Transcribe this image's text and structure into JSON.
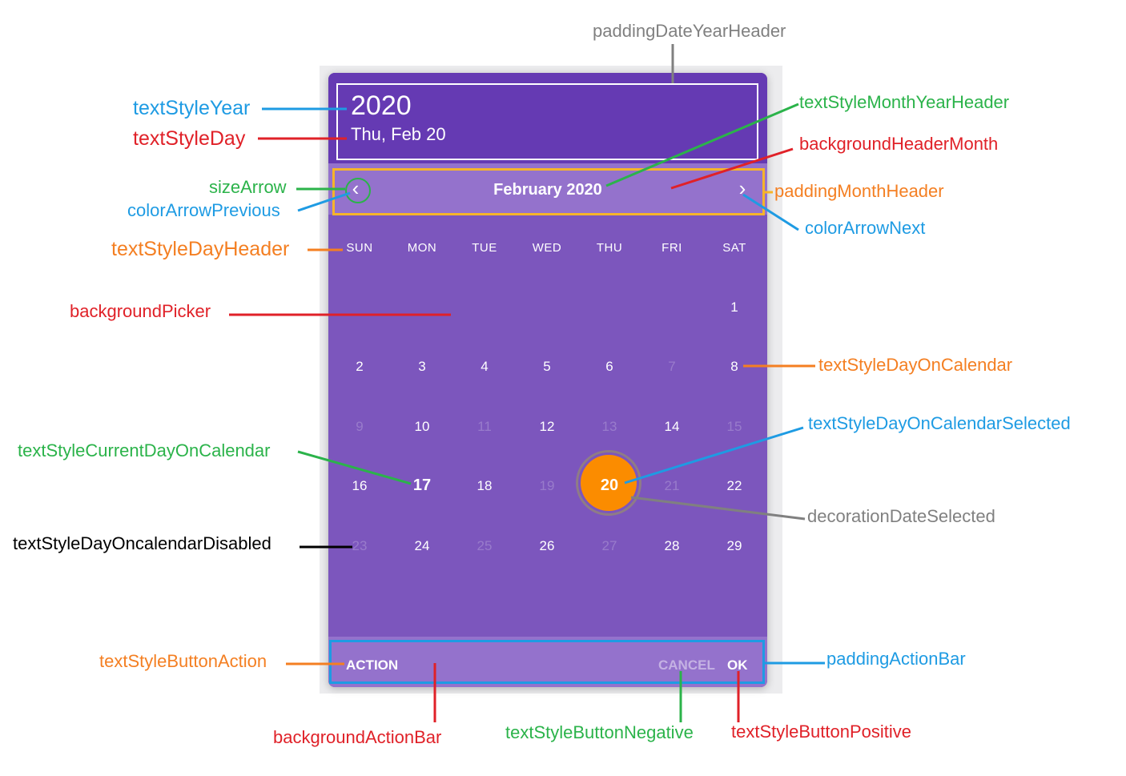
{
  "picker": {
    "year": "2020",
    "day": "Thu, Feb 20",
    "month_title": "February 2020",
    "arrow_prev": "‹",
    "arrow_next": "›",
    "weekdays": [
      "SUN",
      "MON",
      "TUE",
      "WED",
      "THU",
      "FRI",
      "SAT"
    ],
    "days": [
      {
        "label": "1",
        "disabled": false
      },
      {
        "label": "2",
        "disabled": false
      },
      {
        "label": "3",
        "disabled": false
      },
      {
        "label": "4",
        "disabled": false
      },
      {
        "label": "5",
        "disabled": false
      },
      {
        "label": "6",
        "disabled": false
      },
      {
        "label": "7",
        "disabled": true
      },
      {
        "label": "8",
        "disabled": false
      },
      {
        "label": "9",
        "disabled": true
      },
      {
        "label": "10",
        "disabled": false
      },
      {
        "label": "11",
        "disabled": true
      },
      {
        "label": "12",
        "disabled": false
      },
      {
        "label": "13",
        "disabled": true
      },
      {
        "label": "14",
        "disabled": false
      },
      {
        "label": "15",
        "disabled": true
      },
      {
        "label": "16",
        "disabled": false
      },
      {
        "label": "17",
        "disabled": false,
        "current": true
      },
      {
        "label": "18",
        "disabled": false
      },
      {
        "label": "19",
        "disabled": true
      },
      {
        "label": "20",
        "disabled": false,
        "selected": true
      },
      {
        "label": "21",
        "disabled": true
      },
      {
        "label": "22",
        "disabled": false
      },
      {
        "label": "23",
        "disabled": true
      },
      {
        "label": "24",
        "disabled": false
      },
      {
        "label": "25",
        "disabled": true
      },
      {
        "label": "26",
        "disabled": false
      },
      {
        "label": "27",
        "disabled": true
      },
      {
        "label": "28",
        "disabled": false
      },
      {
        "label": "29",
        "disabled": false
      }
    ],
    "buttons": {
      "action": "ACTION",
      "cancel": "CANCEL",
      "ok": "OK"
    },
    "colors": {
      "header_year_bg": "#653ab3",
      "header_month_bg": "#9472cc",
      "picker_bg": "#7c56bd",
      "action_bar_bg": "#9472cc",
      "selected_fill": "#fb8c00"
    }
  },
  "annotations": {
    "paddingDateYearHeader": "paddingDateYearHeader",
    "textStyleYear": "textStyleYear",
    "textStyleDay": "textStyleDay",
    "textStyleMonthYearHeader": "textStyleMonthYearHeader",
    "backgroundHeaderMonth": "backgroundHeaderMonth",
    "sizeArrow": "sizeArrow",
    "colorArrowPrevious": "colorArrowPrevious",
    "paddingMonthHeader": "paddingMonthHeader",
    "colorArrowNext": "colorArrowNext",
    "textStyleDayHeader": "textStyleDayHeader",
    "backgroundPicker": "backgroundPicker",
    "textStyleDayOnCalendar": "textStyleDayOnCalendar",
    "textStyleDayOnCalendarSelected": "textStyleDayOnCalendarSelected",
    "textStyleCurrentDayOnCalendar": "textStyleCurrentDayOnCalendar",
    "decorationDateSelected": "decorationDateSelected",
    "textStyleDayOncalendarDisabled": "textStyleDayOncalendarDisabled",
    "textStyleButtonAction": "textStyleButtonAction",
    "paddingActionBar": "paddingActionBar",
    "backgroundActionBar": "backgroundActionBar",
    "textStyleButtonNegative": "textStyleButtonNegative",
    "textStyleButtonPositive": "textStyleButtonPositive"
  }
}
